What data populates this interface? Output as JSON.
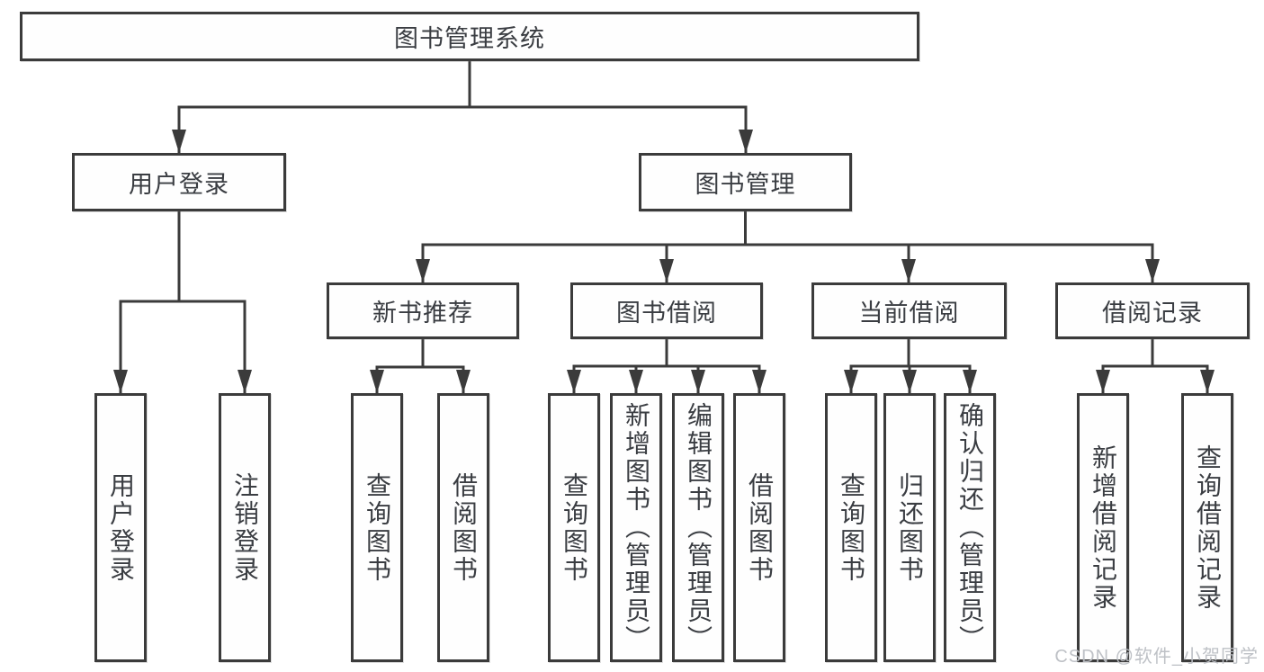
{
  "tree": {
    "root": {
      "label": "图书管理系统"
    },
    "branches": [
      {
        "label": "用户登录",
        "children": [
          {
            "label": "用户登录"
          },
          {
            "label": "注销登录"
          }
        ]
      },
      {
        "label": "图书管理",
        "children": [
          {
            "label": "新书推荐",
            "children": [
              {
                "label": "查询图书"
              },
              {
                "label": "借阅图书"
              }
            ]
          },
          {
            "label": "图书借阅",
            "children": [
              {
                "label": "查询图书"
              },
              {
                "label": "新增图书（管理员）"
              },
              {
                "label": "编辑图书（管理员）"
              },
              {
                "label": "借阅图书"
              }
            ]
          },
          {
            "label": "当前借阅",
            "children": [
              {
                "label": "查询图书"
              },
              {
                "label": "归还图书"
              },
              {
                "label": "确认归还（管理员）"
              }
            ]
          },
          {
            "label": "借阅记录",
            "children": [
              {
                "label": "新增借阅记录"
              },
              {
                "label": "查询借阅记录"
              }
            ]
          }
        ]
      }
    ]
  },
  "watermark": {
    "text": "CSDN @软件_小贺同学"
  },
  "colors": {
    "line": "#3b3b3b",
    "box_border": "#3b3b3b",
    "box_fill": "#fefefe",
    "text": "#3a3d42",
    "watermark": "#babec3",
    "background": "#ffffff"
  }
}
